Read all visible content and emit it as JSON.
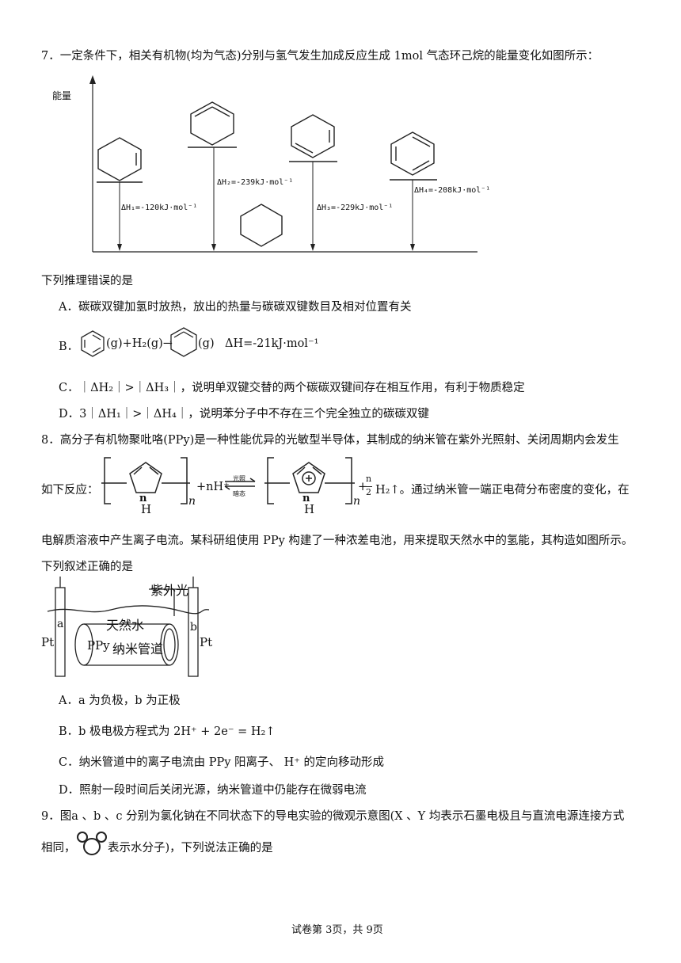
{
  "q7": {
    "stem": "7．一定条件下，相关有机物(均为气态)分别与氢气发生加成反应生成 1mol 气态环己烷的能量变化如图所示：",
    "y_axis_label": "能量",
    "dh1": "ΔH₁=-120kJ·mol⁻¹",
    "dh2": "ΔH₂=-239kJ·mol⁻¹",
    "dh3": "ΔH₃=-229kJ·mol⁻¹",
    "dh4": "ΔH₄=-208kJ·mol⁻¹",
    "prompt": "下列推理错误的是",
    "optA": "A．碳碳双键加氢时放热，放出的热量与碳碳双键数目及相对位置有关",
    "optB_label": "B．",
    "optB_mid": "(g)+H₂(g)→",
    "optB_end": "(g)",
    "optB_dh": "ΔH=-21kJ·mol⁻¹",
    "optC": "C．｜ΔH₂｜>｜ΔH₃｜，说明单双键交替的两个碳碳双键间存在相互作用，有利于物质稳定",
    "optD": "D．3｜ΔH₁｜>｜ΔH₄｜，说明苯分子中不存在三个完全独立的碳碳双键"
  },
  "q8": {
    "line1": "8．高分子有机物聚吡咯(PPy)是一种性能优异的光敏型半导体，其制成的纳米管在紫外光照射、关闭周期内会发生",
    "line2_prefix": "如下反应：",
    "plus_nh": "+nH⁺",
    "arrow_top": "光照",
    "arrow_bottom": "暗态",
    "plus": "+",
    "frac_num": "n",
    "frac_den": "2",
    "h2_up": "H₂↑。通过纳米管一端正电荷分布密度的变化，在",
    "n_sub": "n",
    "h_label": "H",
    "line3": "电解质溶液中产生离子电流。某科研组使用 PPy 构建了一种浓差电池，用来提取天然水中的氢能，其构造如图所示。",
    "line4": "下列叙述正确的是",
    "fig_uv": "紫外光",
    "fig_water": "天然水",
    "fig_ppy": "PPy",
    "fig_tube": "纳米管道",
    "fig_a": "a",
    "fig_b": "b",
    "fig_pt_left": "Pt",
    "fig_pt_right": "Pt",
    "optA": "A．a 为负极，b 为正极",
    "optB": "B．b 极电极方程式为 2H⁺ + 2e⁻ = H₂↑",
    "optC": "C．纳米管道中的离子电流由 PPy 阳离子、 H⁺ 的定向移动形成",
    "optD": "D．照射一段时间后关闭光源，纳米管道中仍能存在微弱电流"
  },
  "q9": {
    "line1": "9．图a 、b 、c 分别为氯化钠在不同状态下的导电实验的微观示意图(X 、Y 均表示石墨电极且与直流电源连接方式",
    "line2_prefix": "相同，",
    "line2_suffix": "表示水分子)，下列说法正确的是"
  },
  "footer": "试卷第 3页，共 9页"
}
